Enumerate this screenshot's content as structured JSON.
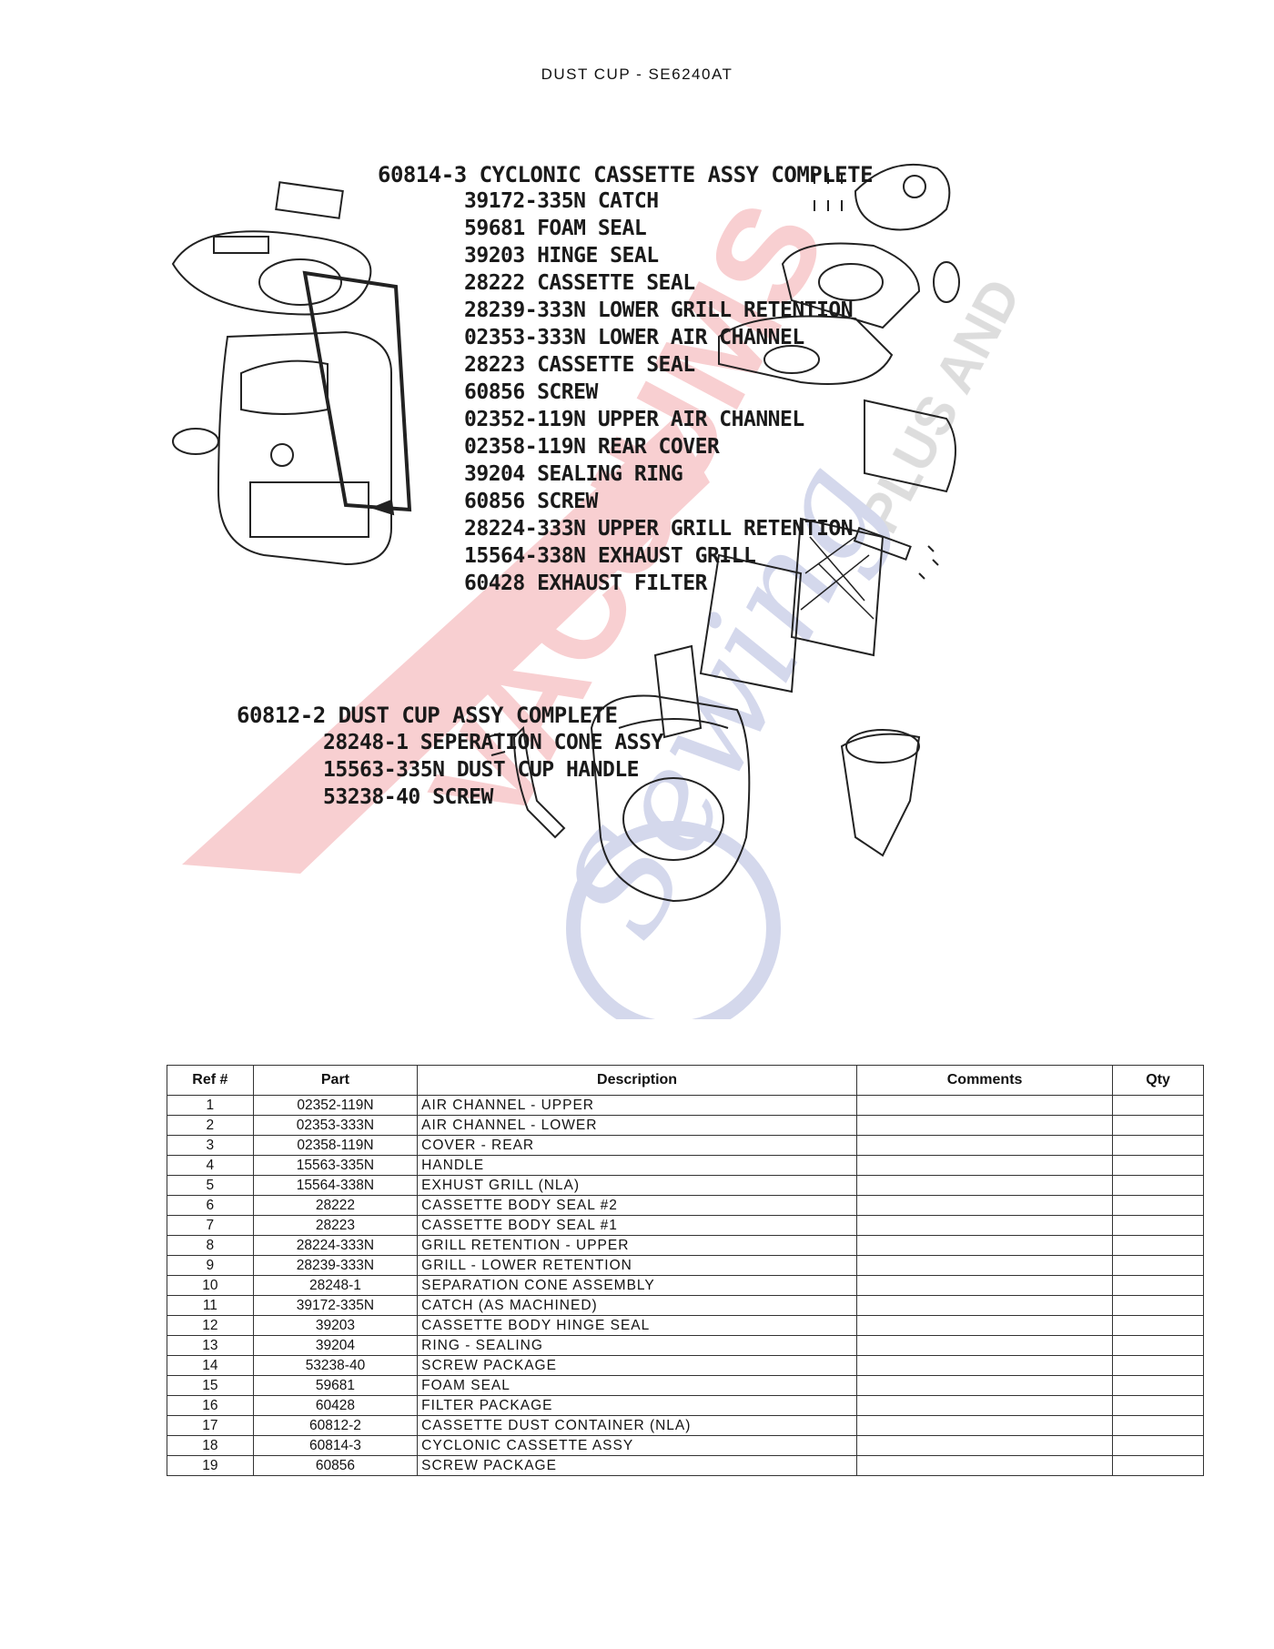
{
  "title": "DUST CUP - SE6240AT",
  "callouts": {
    "cassette_assy": "60814-3 CYCLONIC CASSETTE ASSY COMPLETE",
    "cassette_parts": [
      "39172-335N CATCH",
      "59681 FOAM SEAL",
      "39203 HINGE SEAL",
      "28222 CASSETTE SEAL",
      "28239-333N LOWER GRILL RETENTION",
      "02353-333N LOWER AIR CHANNEL",
      "28223 CASSETTE SEAL",
      "60856 SCREW",
      "02352-119N UPPER AIR CHANNEL",
      "02358-119N REAR COVER",
      "39204 SEALING RING",
      "60856 SCREW",
      "28224-333N UPPER GRILL RETENTION",
      "15564-338N EXHAUST GRILL",
      "60428 EXHAUST FILTER"
    ],
    "dustcup_assy": "60812-2 DUST CUP ASSY COMPLETE",
    "dustcup_parts": [
      "28248-1 SEPERATION CONE ASSY",
      "15563-335N DUST CUP HANDLE",
      "53238-40 SCREW"
    ]
  },
  "watermark": {
    "text_1": "VACUUMS",
    "text_2": "PLUS AND",
    "text_3": "Sewing",
    "red": "#e0282e",
    "blue": "#3d4ea8"
  },
  "table": {
    "headers": [
      "Ref #",
      "Part",
      "Description",
      "Comments",
      "Qty"
    ],
    "rows": [
      [
        "1",
        "02352-119N",
        "AIR CHANNEL - UPPER",
        "",
        ""
      ],
      [
        "2",
        "02353-333N",
        "AIR CHANNEL - LOWER",
        "",
        ""
      ],
      [
        "3",
        "02358-119N",
        "COVER - REAR",
        "",
        ""
      ],
      [
        "4",
        "15563-335N",
        "HANDLE",
        "",
        ""
      ],
      [
        "5",
        "15564-338N",
        "EXHUST GRILL (NLA)",
        "",
        ""
      ],
      [
        "6",
        "28222",
        "CASSETTE BODY SEAL #2",
        "",
        ""
      ],
      [
        "7",
        "28223",
        "CASSETTE BODY SEAL #1",
        "",
        ""
      ],
      [
        "8",
        "28224-333N",
        "GRILL RETENTION - UPPER",
        "",
        ""
      ],
      [
        "9",
        "28239-333N",
        "GRILL - LOWER RETENTION",
        "",
        ""
      ],
      [
        "10",
        "28248-1",
        "SEPARATION CONE ASSEMBLY",
        "",
        ""
      ],
      [
        "11",
        "39172-335N",
        "CATCH (AS MACHINED)",
        "",
        ""
      ],
      [
        "12",
        "39203",
        "CASSETTE BODY HINGE SEAL",
        "",
        ""
      ],
      [
        "13",
        "39204",
        "RING - SEALING",
        "",
        ""
      ],
      [
        "14",
        "53238-40",
        "SCREW PACKAGE",
        "",
        ""
      ],
      [
        "15",
        "59681",
        "FOAM SEAL",
        "",
        ""
      ],
      [
        "16",
        "60428",
        "FILTER PACKAGE",
        "",
        ""
      ],
      [
        "17",
        "60812-2",
        "CASSETTE DUST CONTAINER (NLA)",
        "",
        ""
      ],
      [
        "18",
        "60814-3",
        "CYCLONIC CASSETTE ASSY",
        "",
        ""
      ],
      [
        "19",
        "60856",
        "SCREW PACKAGE",
        "",
        ""
      ]
    ]
  }
}
